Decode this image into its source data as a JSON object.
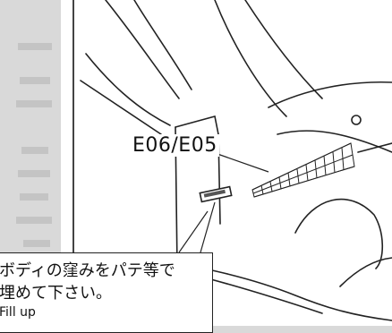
{
  "diagram": {
    "part_label": "E06/E05",
    "callout_lines": [
      "ボディの窪みをパテ等で",
      "埋めて下さい。",
      "Fill up"
    ]
  },
  "colors": {
    "page_background": "#d9d9d9",
    "drawing_background": "#ffffff",
    "line_color": "#222222"
  }
}
